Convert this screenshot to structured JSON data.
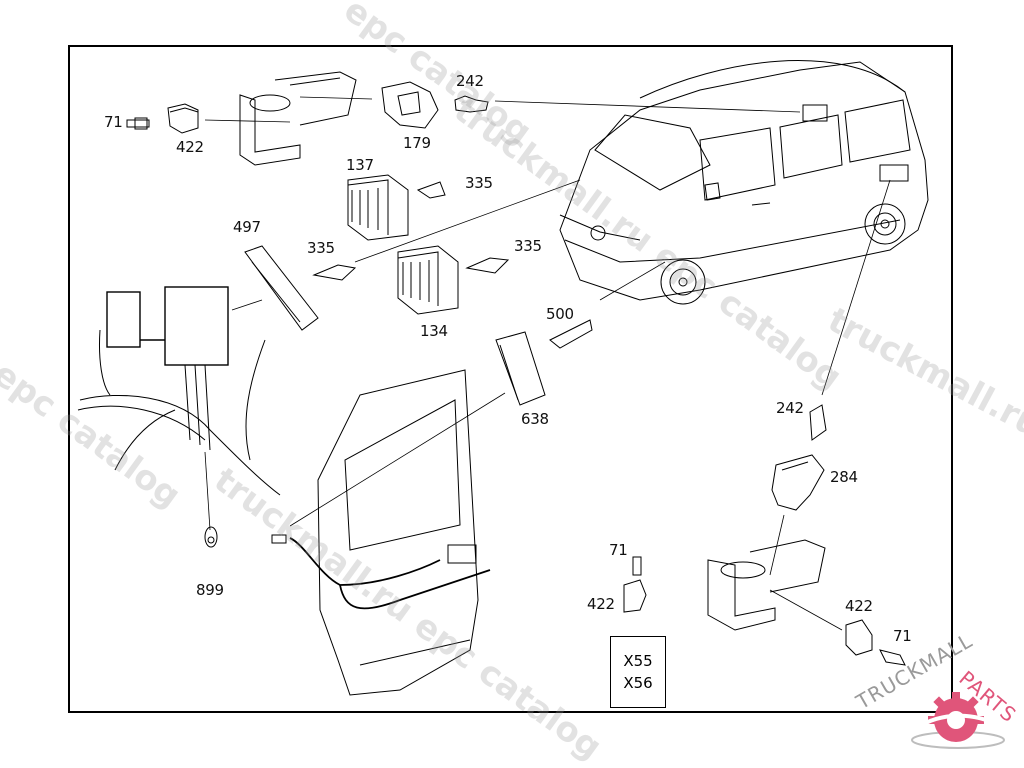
{
  "diagram": {
    "title": "Door / seat electrical connectors – exploded parts diagram",
    "callouts": [
      {
        "id": "71",
        "text": "71"
      },
      {
        "id": "422",
        "text": "422"
      },
      {
        "id": "179",
        "text": "179"
      },
      {
        "id": "242",
        "text": "242"
      },
      {
        "id": "137",
        "text": "137"
      },
      {
        "id": "335a",
        "text": "335"
      },
      {
        "id": "497",
        "text": "497"
      },
      {
        "id": "335b",
        "text": "335"
      },
      {
        "id": "335c",
        "text": "335"
      },
      {
        "id": "134",
        "text": "134"
      },
      {
        "id": "500",
        "text": "500"
      },
      {
        "id": "638",
        "text": "638"
      },
      {
        "id": "899",
        "text": "899"
      },
      {
        "id": "242b",
        "text": "242"
      },
      {
        "id": "284",
        "text": "284"
      },
      {
        "id": "71b",
        "text": "71"
      },
      {
        "id": "422b",
        "text": "422"
      },
      {
        "id": "422c",
        "text": "422"
      },
      {
        "id": "71c",
        "text": "71"
      }
    ],
    "reference_box": [
      "X55",
      "X56"
    ]
  },
  "watermarks": {
    "primary": "truckmall.ru epc catalog",
    "fragment_top": "epc catalog",
    "fragment_left": "l epc catalog"
  },
  "brand": {
    "name_part1": "TRUCKMALL",
    "name_part2": "PARTS",
    "accent_color": "#e0557a",
    "gray_color": "#9a9a9a"
  }
}
